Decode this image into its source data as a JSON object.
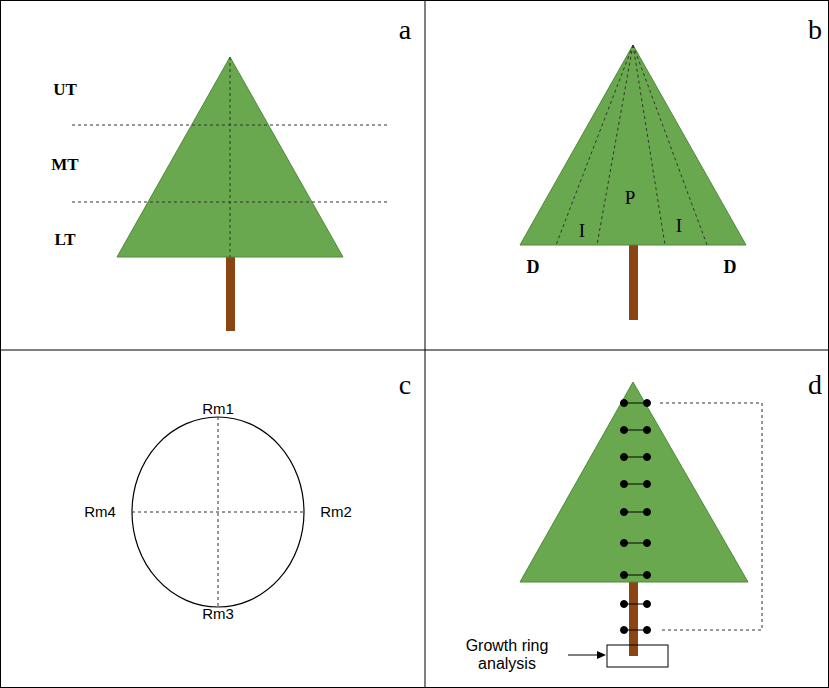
{
  "diagram": {
    "labels": [
      "a",
      "UT",
      "MT",
      "LT",
      "b",
      "P",
      "I",
      "I",
      "D",
      "D",
      "c",
      "Rm1",
      "Rm4",
      "Rm2",
      "Rm3",
      "d",
      "Growth ring analysis"
    ]
  }
}
